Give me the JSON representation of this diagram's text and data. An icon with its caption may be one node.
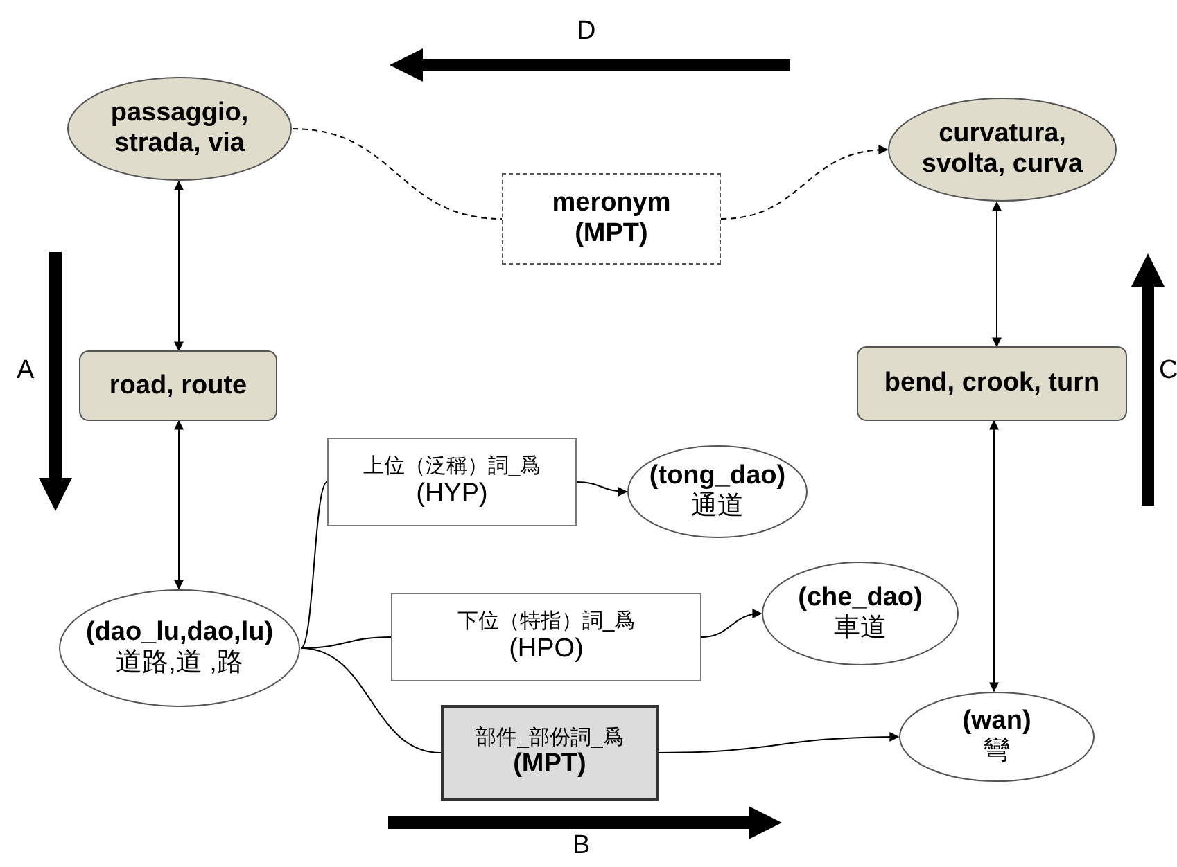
{
  "diagram": {
    "nodes": [
      {
        "text": [
          "passaggio, strada, via"
        ]
      },
      {
        "text": [
          "curvatura, svolta, curva"
        ]
      },
      {
        "text": [
          "meronym (MPT)"
        ]
      },
      {
        "text": [
          "road, route"
        ]
      },
      {
        "text": [
          "bend, crook, turn"
        ]
      },
      {
        "text": [
          "上位（泛稱）詞_爲",
          "(HYP)"
        ]
      },
      {
        "text": [
          "(tong_dao)",
          "通道"
        ]
      },
      {
        "text": [
          "(dao_lu,dao,lu)",
          "道路,道 ,路"
        ]
      },
      {
        "text": [
          "下位（特指）詞_爲",
          "(HPO)"
        ]
      },
      {
        "text": [
          "(che_dao)",
          "車道"
        ]
      },
      {
        "text": [
          "部件_部份詞_爲",
          "(MPT)"
        ]
      },
      {
        "text": [
          "(wan)",
          "彎"
        ]
      }
    ],
    "edges": [
      {
        "from": 0,
        "to": 2,
        "arrow": "none",
        "style": "dashed"
      },
      {
        "from": 2,
        "to": 1,
        "arrow": "to",
        "style": "dashed"
      },
      {
        "from": 0,
        "to": 3,
        "arrow": "both"
      },
      {
        "from": 3,
        "to": 7,
        "arrow": "both"
      },
      {
        "from": 1,
        "to": 4,
        "arrow": "both"
      },
      {
        "from": 4,
        "to": 11,
        "arrow": "both"
      },
      {
        "from": 7,
        "to": 5,
        "arrow": "none"
      },
      {
        "from": 5,
        "to": 6,
        "arrow": "to"
      },
      {
        "from": 7,
        "to": 8,
        "arrow": "none"
      },
      {
        "from": 8,
        "to": 9,
        "arrow": "to"
      },
      {
        "from": 7,
        "to": 10,
        "arrow": "none"
      },
      {
        "from": 10,
        "to": 11,
        "arrow": "to"
      }
    ],
    "labels": [
      "D",
      "A",
      "C",
      "B"
    ]
  }
}
